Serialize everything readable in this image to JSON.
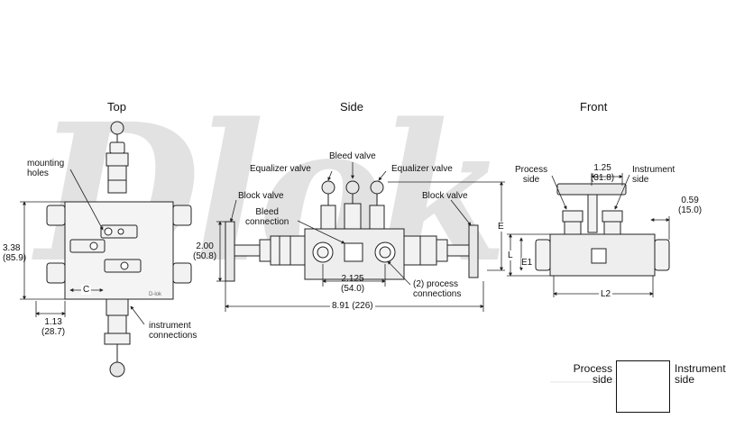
{
  "watermark": "Dlok",
  "views": {
    "top": "Top",
    "side": "Side",
    "front": "Front"
  },
  "top_view": {
    "mounting_holes": [
      "mounting",
      "holes"
    ],
    "height_dim": [
      "3.38",
      "(85.9)"
    ],
    "c_dim": "C",
    "bottom_dim": [
      "1.13",
      "(28.7)"
    ],
    "instrument_connections": [
      "instrument",
      "connections"
    ],
    "body_mark": "D-lok"
  },
  "side_view": {
    "bleed_valve": "Bleed valve",
    "equalizer_left": "Equalizer valve",
    "equalizer_right": "Equalizer valve",
    "block_valve_left": "Block valve",
    "block_valve_right": "Block valve",
    "bleed_connection": [
      "Bleed",
      "connection"
    ],
    "height_dim": [
      "2.00",
      "(50.8)"
    ],
    "inner_dim": [
      "2.125",
      "(54.0)"
    ],
    "process_connections": [
      "(2) process",
      "connections"
    ],
    "overall_dim": "8.91 (226)",
    "e_dim": "E",
    "l_dim": "L"
  },
  "front_view": {
    "process_side": [
      "Process",
      "side"
    ],
    "instrument_side": [
      "Instrument",
      "side"
    ],
    "top_dim": [
      "1.25",
      "(31.8)"
    ],
    "right_dim": [
      "0.59",
      "(15.0)"
    ],
    "e1_dim": "E1",
    "l2_dim": "L2"
  },
  "legend": {
    "process_side": [
      "Process",
      "side"
    ],
    "instrument_side": [
      "Instrument",
      "side"
    ]
  },
  "colors": {
    "line": "#222222",
    "fill": "#f2f2f2",
    "dark": "#555555",
    "watermark": "#e2e2e2"
  }
}
